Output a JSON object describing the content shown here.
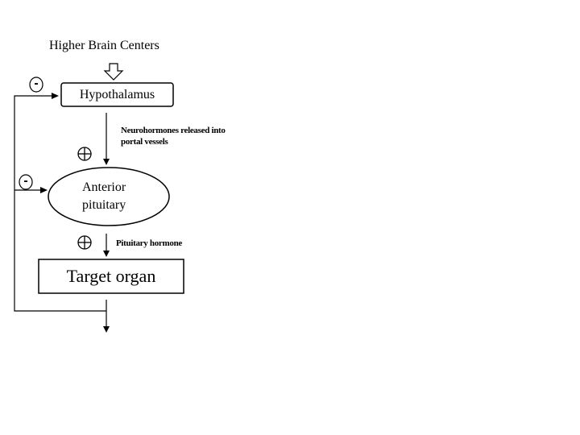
{
  "title": "Higher Brain Centers",
  "nodes": {
    "hypothalamus": "Hypothalamus",
    "anterior_pituitary": [
      "Anterior",
      "pituitary"
    ],
    "target_organ": "Target organ"
  },
  "annotations": {
    "neurohormones": [
      "Neurohormones released into",
      "portal vessels"
    ],
    "pituitary_hormone": "Pituitary hormone"
  },
  "feedback_signs": {
    "hypothalamus_feedback": "-",
    "pituitary_feedback": "-"
  },
  "stimulation_signs": [
    "plus",
    "plus"
  ]
}
